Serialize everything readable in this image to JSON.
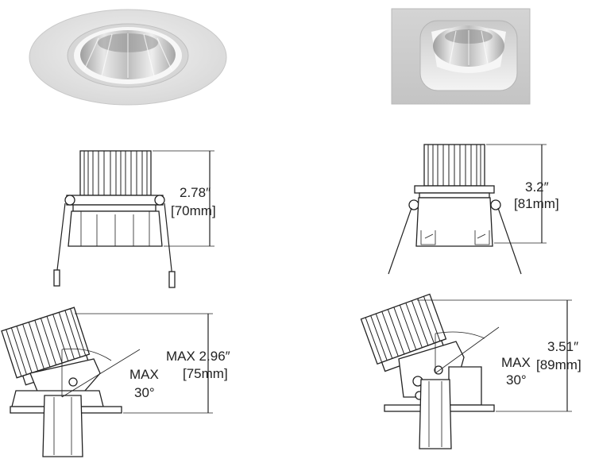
{
  "colors": {
    "trim_light": "#e6e6e6",
    "trim_mid": "#cfcfcf",
    "reflector": "#bdbdbd",
    "line": "#222222"
  },
  "views": {
    "round_fixed": {
      "height_in": "2.78″",
      "height_mm": "[70mm]"
    },
    "square_fixed": {
      "height_in": "3.2″",
      "height_mm": "[81mm]"
    },
    "round_adjustable": {
      "max_height": "MAX 2.96″",
      "max_height_mm": "[75mm]",
      "tilt_label": "MAX",
      "tilt_value": "30°"
    },
    "square_adjustable": {
      "height_in": "3.51″",
      "height_mm": "[89mm]",
      "tilt_label": "MAX",
      "tilt_value": "30°"
    }
  }
}
